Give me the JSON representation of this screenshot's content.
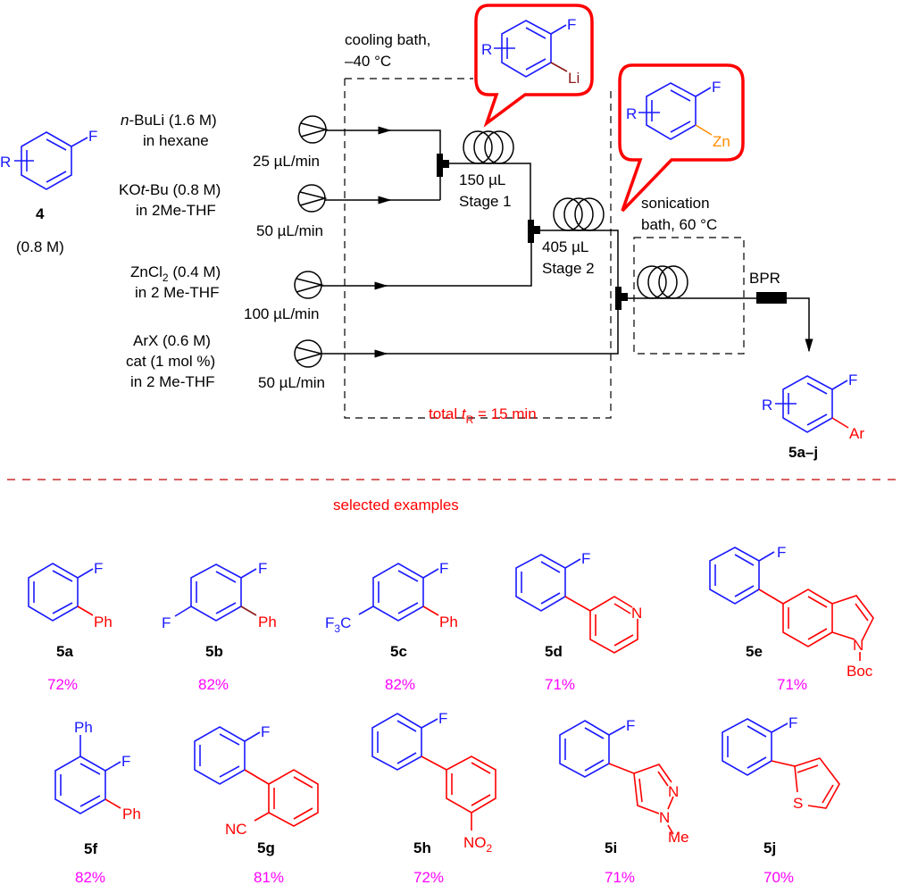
{
  "scheme": {
    "starting_material": {
      "label": "4",
      "concentration": "(0.8 M)",
      "substituent": "R",
      "atom": "F"
    },
    "reagents": [
      {
        "name_italic": "n",
        "name": "-BuLi (1.6 M)",
        "solvent": "in hexane",
        "flow": "25 µL/min"
      },
      {
        "name_pre": "KO",
        "name_italic": "t",
        "name": "-Bu (0.8 M)",
        "solvent": "in 2Me-THF",
        "flow": "50 µL/min"
      },
      {
        "name": "ZnCl",
        "sub": "2",
        "name_post": " (0.4 M)",
        "solvent": "in 2 Me-THF",
        "flow": "100 µL/min"
      },
      {
        "name": "ArX (0.6 M)",
        "line2": "cat (1 mol %)",
        "solvent": "in 2 Me-THF",
        "flow": "50 µL/min"
      }
    ],
    "cooling_bath": {
      "line1": "cooling bath,",
      "line2": "–40 °C"
    },
    "stage1": {
      "volume": "150 µL",
      "label": "Stage 1"
    },
    "stage2": {
      "volume": "405 µL",
      "label": "Stage 2"
    },
    "sonication_bath": {
      "line1": "sonication",
      "line2": "bath, 60 °C"
    },
    "bpr": "BPR",
    "intermediate1": {
      "R": "R",
      "F": "F",
      "metal": "Li"
    },
    "intermediate2": {
      "R": "R",
      "F": "F",
      "metal": "Zn"
    },
    "residence_time": {
      "prefix": "total ",
      "t": "t",
      "sub": "R",
      "suffix": " = 15 min"
    },
    "product": {
      "label": "5a–j",
      "R": "R",
      "F": "F",
      "Ar": "Ar"
    },
    "colors": {
      "core": "#1a1aff",
      "aryl": "#ff0000",
      "yield": "#ff00ff",
      "callout": "#ff0000",
      "li": "#8b1a1a",
      "zn": "#ff8c00"
    }
  },
  "examples_header": "selected examples",
  "examples": [
    {
      "label": "5a",
      "yield": "72%",
      "sub": "Ph"
    },
    {
      "label": "5b",
      "yield": "82%",
      "sub": "Ph",
      "extra": "F"
    },
    {
      "label": "5c",
      "yield": "82%",
      "sub": "Ph",
      "extra": "F3C"
    },
    {
      "label": "5d",
      "yield": "71%",
      "hetero": "N"
    },
    {
      "label": "5e",
      "yield": "71%",
      "hetero": "N",
      "pg": "Boc"
    },
    {
      "label": "5f",
      "yield": "82%",
      "sub": "Ph",
      "extra": "Ph"
    },
    {
      "label": "5g",
      "yield": "81%",
      "group": "NC"
    },
    {
      "label": "5h",
      "yield": "72%",
      "group": "NO2"
    },
    {
      "label": "5i",
      "yield": "71%",
      "hetero": "N",
      "methyl": "Me"
    },
    {
      "label": "5j",
      "yield": "70%",
      "hetero": "S"
    }
  ]
}
